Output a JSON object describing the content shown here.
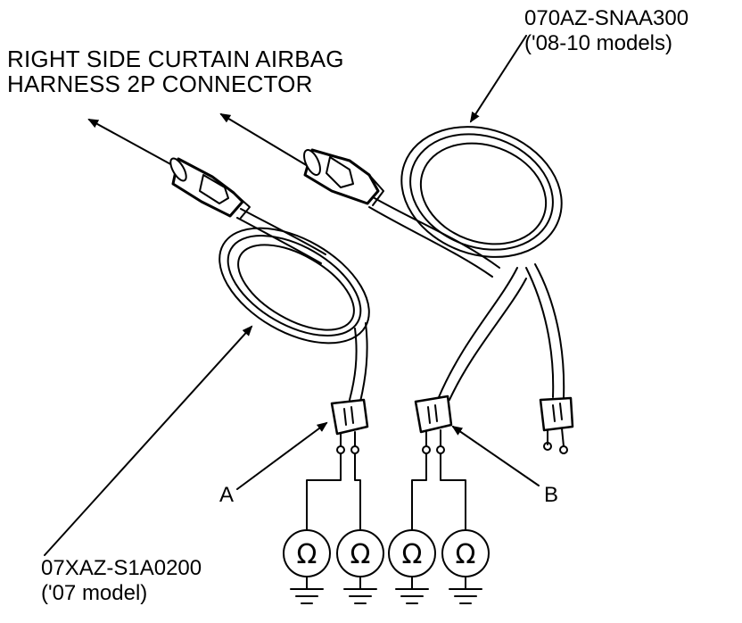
{
  "callouts": {
    "connector_line1": "RIGHT SIDE CURTAIN AIRBAG",
    "connector_line2": "HARNESS 2P CONNECTOR",
    "right_harness_part": "070AZ-SNAA300",
    "right_harness_models": "('08-10 models)",
    "left_harness_part": "07XAZ-S1A0200",
    "left_harness_models": "('07 model)",
    "point_a": "A",
    "point_b": "B"
  },
  "meters": {
    "count": 4,
    "symbol": "Ω"
  },
  "colors": {
    "line": "#000000",
    "background": "#ffffff"
  }
}
